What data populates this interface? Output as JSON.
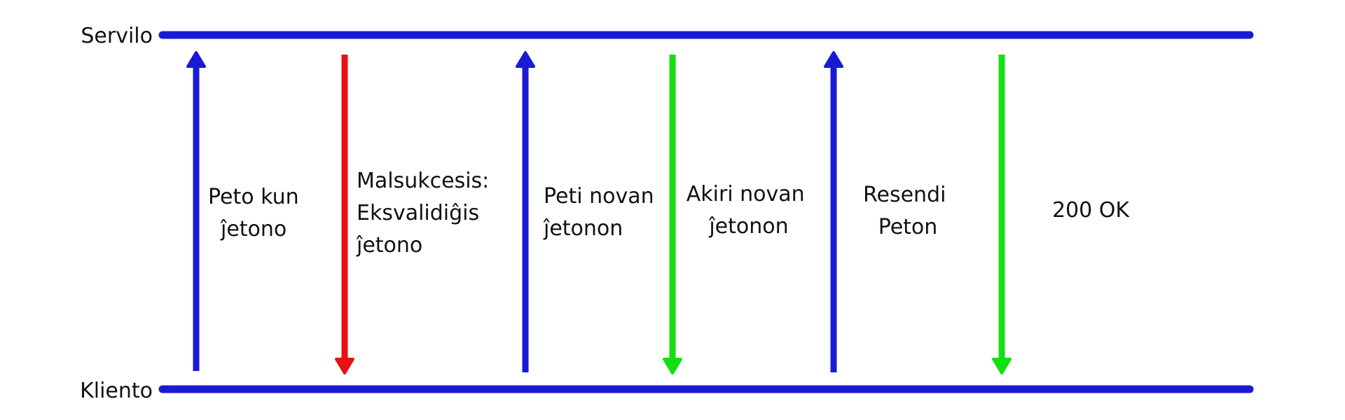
{
  "lanes": {
    "top_label": "Servilo",
    "bottom_label": "Kliento",
    "line_color": "#1a1ad6"
  },
  "colors": {
    "blue": "#1a1ad6",
    "red": "#e81010",
    "green": "#12e012"
  },
  "messages": [
    {
      "direction": "up",
      "color": "#1a1ad6",
      "label_lines": [
        "Peto kun",
        "ĵetono"
      ]
    },
    {
      "direction": "down",
      "color": "#e81010",
      "label_lines": [
        "Malsukcesis:",
        "Eksvalidiĝis",
        "ĵetono"
      ]
    },
    {
      "direction": "up",
      "color": "#1a1ad6",
      "label_lines": [
        "Peti novan",
        "ĵetonon"
      ]
    },
    {
      "direction": "down",
      "color": "#12e012",
      "label_lines": [
        "Akiri novan",
        "ĵetonon"
      ]
    },
    {
      "direction": "up",
      "color": "#1a1ad6",
      "label_lines": [
        "Resendi",
        "Peton"
      ]
    },
    {
      "direction": "down",
      "color": "#12e012",
      "label_lines": [
        "200 OK"
      ]
    }
  ]
}
